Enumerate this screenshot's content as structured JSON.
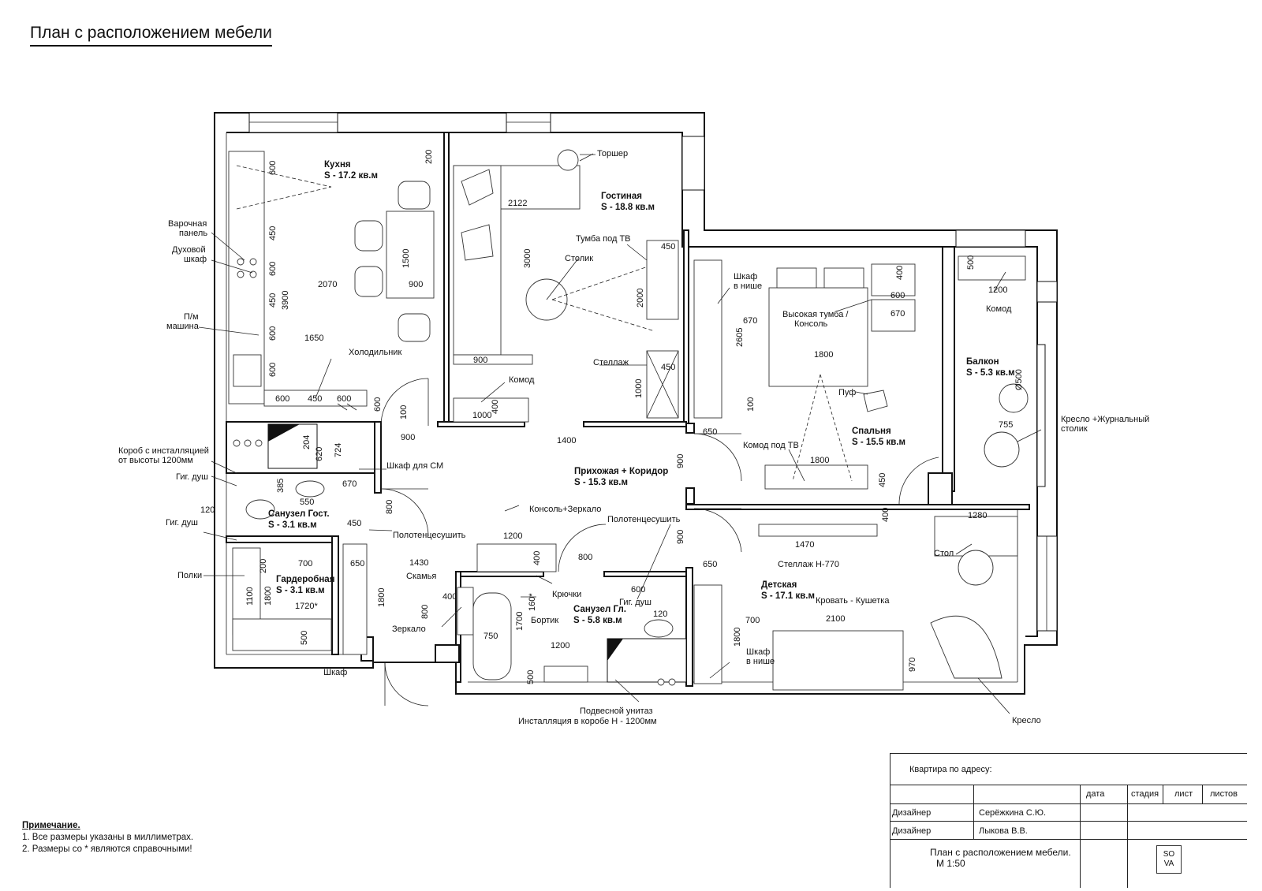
{
  "title": "План с расположением мебели",
  "rooms": [
    {
      "name": "Кухня",
      "area": "S - 17.2 кв.м"
    },
    {
      "name": "Гостиная",
      "area": "S - 18.8 кв.м"
    },
    {
      "name": "Спальня",
      "area": "S - 15.5 кв.м"
    },
    {
      "name": "Балкон",
      "area": "S - 5.3 кв.м"
    },
    {
      "name": "Прихожая + Коридор",
      "area": "S - 15.3 кв.м"
    },
    {
      "name": "Санузел Гост.",
      "area": "S - 3.1 кв.м"
    },
    {
      "name": "Гардеробная",
      "area": "S - 3.1 кв.м"
    },
    {
      "name": "Санузел Гл.",
      "area": "S - 5.8 кв.м"
    },
    {
      "name": "Детская",
      "area": "S - 17.1 кв.м"
    }
  ],
  "labels": {
    "varochnaya_1": "Варочная",
    "varochnaya_2": "панель",
    "duhovoy_1": "Духовой",
    "duhovoy_2": "шкаф",
    "pm_1": "П/м",
    "pm_2": "машина",
    "holodilnik": "Холодильник",
    "korob_1": "Короб с инсталляцией",
    "korob_2": "от высоты 1200мм",
    "gig_dush_1": "Гиг. душ",
    "gig_dush_2": "Гиг. душ",
    "gig_dush_3": "Гиг. душ",
    "polki": "Полки",
    "shkaf_sm": "Шкаф для СМ",
    "polotenc_1": "Полотенцесушить",
    "polotenc_2": "Полотенцесушить",
    "konsol_zerkalo": "Консоль+Зеркало",
    "skamya": "Скамья",
    "zerkalo": "Зеркало",
    "shkaf_bottom": "Шкаф",
    "kryuchki": "Крючки",
    "bortik": "Бортик",
    "torsher": "Торшер",
    "tumba_tv": "Тумба под ТВ",
    "stolik": "Столик",
    "stellazh": "Стеллаж",
    "komod_gost": "Комод",
    "shkaf_nishe_1a": "Шкаф",
    "shkaf_nishe_1b": "в нише",
    "shkaf_nishe_2a": "Шкаф",
    "shkaf_nishe_2b": "в нише",
    "vys_tumba_1": "Высокая тумба /",
    "vys_tumba_2": "Консоль",
    "puf": "Пуф",
    "komod_tv": "Комод под ТВ",
    "komod_balk": "Комод",
    "kreslo_zh_1": "Кресло +Журнальный",
    "kreslo_zh_2": "столик",
    "stol": "Стол",
    "stellazh_h": "Стеллаж Н-770",
    "krovat": "Кровать - Кушетка",
    "kreslo": "Кресло",
    "unitaz_1": "Подвесной унитаз",
    "unitaz_2": "Инсталляция в коробе Н - 1200мм"
  },
  "dims": {
    "d600a": "600",
    "d200a": "200",
    "d450a": "450",
    "d600b": "600",
    "d450b": "450",
    "d3900": "3900",
    "d600c": "600",
    "d600d": "600",
    "d1500": "1500",
    "d2070": "2070",
    "d900a": "900",
    "d1650": "1650",
    "d600e": "600",
    "d450c": "450",
    "d600f": "600",
    "d600g": "600",
    "d100a": "100",
    "d900b": "900",
    "d1400": "1400",
    "d1000a": "1000",
    "d400a": "400",
    "d2122": "2122",
    "d3000": "3000",
    "d2000": "2000",
    "d450d": "450",
    "d900c": "900",
    "d450e": "450",
    "d1000b": "1000",
    "d204": "204",
    "d620": "620",
    "d724": "724",
    "d670a": "670",
    "d385": "385",
    "d550": "550",
    "d120a": "120",
    "d450f": "450",
    "d800a": "800",
    "d700a": "700",
    "d200b": "200",
    "d1100": "1100",
    "d1800a": "1800",
    "d1720": "1720*",
    "d500a": "500",
    "d650a": "650",
    "d1800b": "1800",
    "d1430": "1430",
    "d400b": "400",
    "d800b": "800",
    "d1200a": "1200",
    "d400c": "400",
    "d800c": "800",
    "d160": "160*",
    "d1700": "1700",
    "d750": "750",
    "d1200b": "1200",
    "d500b": "500",
    "d600h": "600",
    "d120b": "120",
    "d400d": "400",
    "d600i": "600",
    "d670b": "670",
    "d670c": "670",
    "d2605": "2605",
    "d1800c": "1800",
    "d100b": "100",
    "d650b": "650",
    "d900d": "900",
    "d1800d": "1800",
    "d450g": "450",
    "d400e": "400",
    "d500c": "500",
    "d1200c": "1200",
    "d500d": "Ø500",
    "d755": "755",
    "d1280": "1280",
    "d1470": "1470",
    "d900e": "900",
    "d650c": "650",
    "d700b": "700",
    "d2100": "2100",
    "d1800e": "1800",
    "d970": "970"
  },
  "notes": {
    "title": "Примечание.",
    "line1": "1. Все размеры указаны в миллиметрах.",
    "line2": "2. Размеры со * являются справочными!"
  },
  "stamp": {
    "address": "Квартира по адресу:",
    "col_data": "дата",
    "col_stadiya": "стадия",
    "col_list": "лист",
    "col_listov": "листов",
    "role1": "Дизайнер",
    "name1": "Серёжкина С.Ю.",
    "role2": "Дизайнер",
    "name2": "Лыкова В.В.",
    "sheet_title": "План с расположением мебели.",
    "scale": "М 1:50",
    "logo_1": "SO",
    "logo_2": "VA"
  }
}
